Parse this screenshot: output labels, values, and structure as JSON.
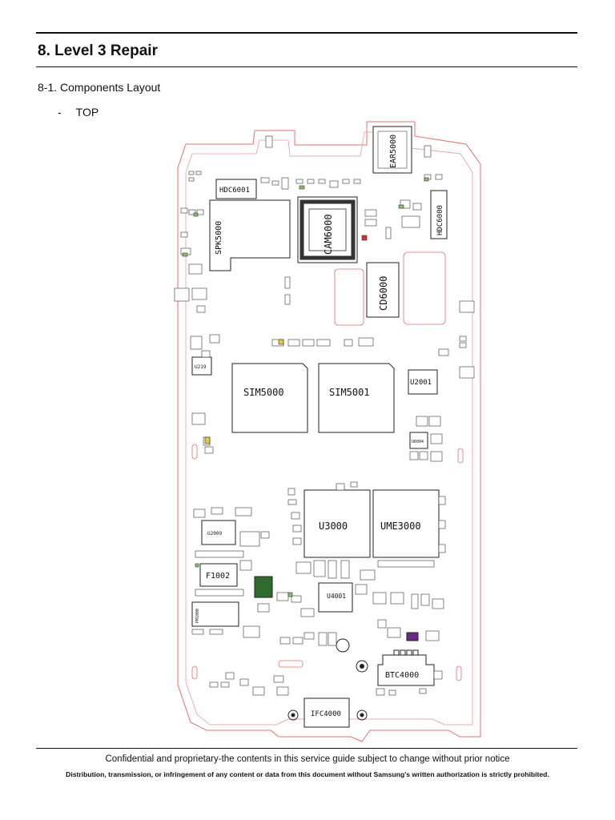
{
  "section_title": "8. Level 3 Repair",
  "subsection_title": "8-1. Components Layout",
  "view_label": "TOP",
  "view_dash": "-",
  "components": {
    "ear": "EAR5000",
    "hdc6001": "HDC6001",
    "hdc6000": "HDC6000",
    "spk": "SPK5000",
    "cam": "CAM6000",
    "cd": "CD6000",
    "sim0": "SIM5000",
    "sim1": "SIM5001",
    "u2001": "U2001",
    "u219": "U219",
    "u3000": "U3000",
    "ume": "UME3000",
    "u2009": "U2009",
    "f1002": "F1002",
    "pm": "PM1000",
    "u4001": "U4001",
    "btc": "BTC4000",
    "ifc": "IFC4000",
    "u6004": "U6004"
  },
  "footer_notice": "Confidential and proprietary-the contents in this service guide subject to change without prior notice",
  "footer_distribution": "Distribution, transmission, or infringement of any content or data from this document without Samsung's written authorization is strictly prohibited."
}
